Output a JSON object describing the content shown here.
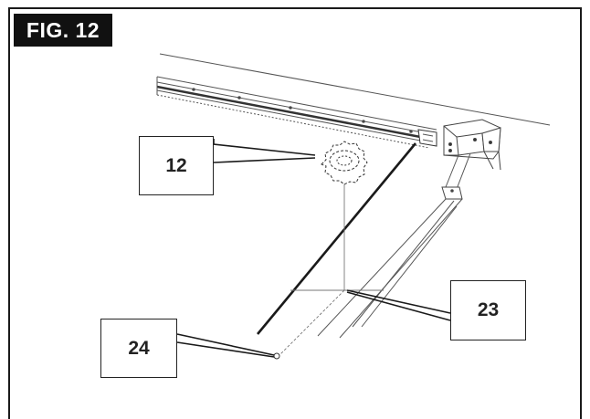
{
  "figure": {
    "title": "FIG. 12"
  },
  "callouts": {
    "part_12": "12",
    "part_23": "23",
    "part_24": "24"
  },
  "colors": {
    "ink": "#222222",
    "label_background": "#111111",
    "label_text": "#ffffff"
  }
}
